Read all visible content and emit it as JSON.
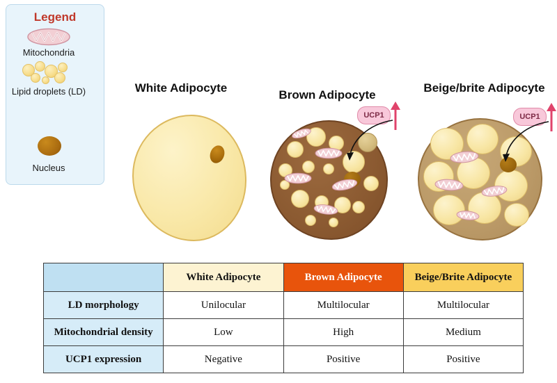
{
  "legend": {
    "title": "Legend",
    "items": [
      {
        "icon": "mitochondria-icon",
        "label": "Mitochondria"
      },
      {
        "icon": "lipid-droplets-icon",
        "label": "Lipid droplets (LD)"
      },
      {
        "icon": "nucleus-icon",
        "label": "Nucleus"
      }
    ],
    "accent_color": "#c0392b",
    "box_color": "#e8f4fb"
  },
  "cells": [
    {
      "id": "white",
      "title": "White Adipocyte",
      "ucp1": null
    },
    {
      "id": "brown",
      "title": "Brown Adipocyte",
      "ucp1": "UCP1"
    },
    {
      "id": "beige",
      "title": "Beige/brite Adipocyte",
      "ucp1": "UCP1"
    }
  ],
  "table": {
    "corner_label": "",
    "columns": [
      "White  Adipocyte",
      "Brown  Adipocyte",
      "Beige/Brite Adipocyte"
    ],
    "column_colors": [
      "#fdf3d2",
      "#e8540c",
      "#f9cf5c"
    ],
    "rows": [
      {
        "label": "LD morphology",
        "values": [
          "Unilocular",
          "Multilocular",
          "Multilocular"
        ]
      },
      {
        "label": "Mitochondrial density",
        "values": [
          "Low",
          "High",
          "Medium"
        ]
      },
      {
        "label": "UCP1 expression",
        "values": [
          "Negative",
          "Positive",
          "Positive"
        ]
      }
    ]
  }
}
